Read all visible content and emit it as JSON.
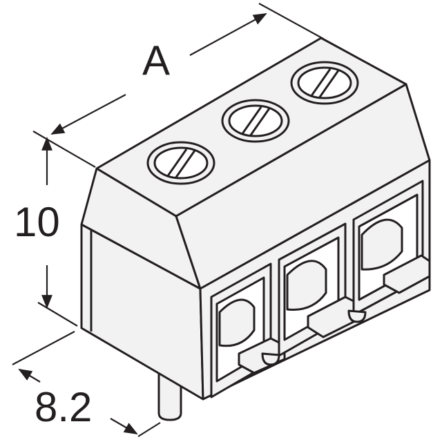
{
  "diagram": {
    "dimensions": {
      "length_label": "A",
      "height_label": "10",
      "depth_label": "8.2"
    },
    "positions": 3,
    "colors": {
      "body_fill": "#f2f2f2",
      "line": "#231f20",
      "background": "#ffffff"
    }
  }
}
